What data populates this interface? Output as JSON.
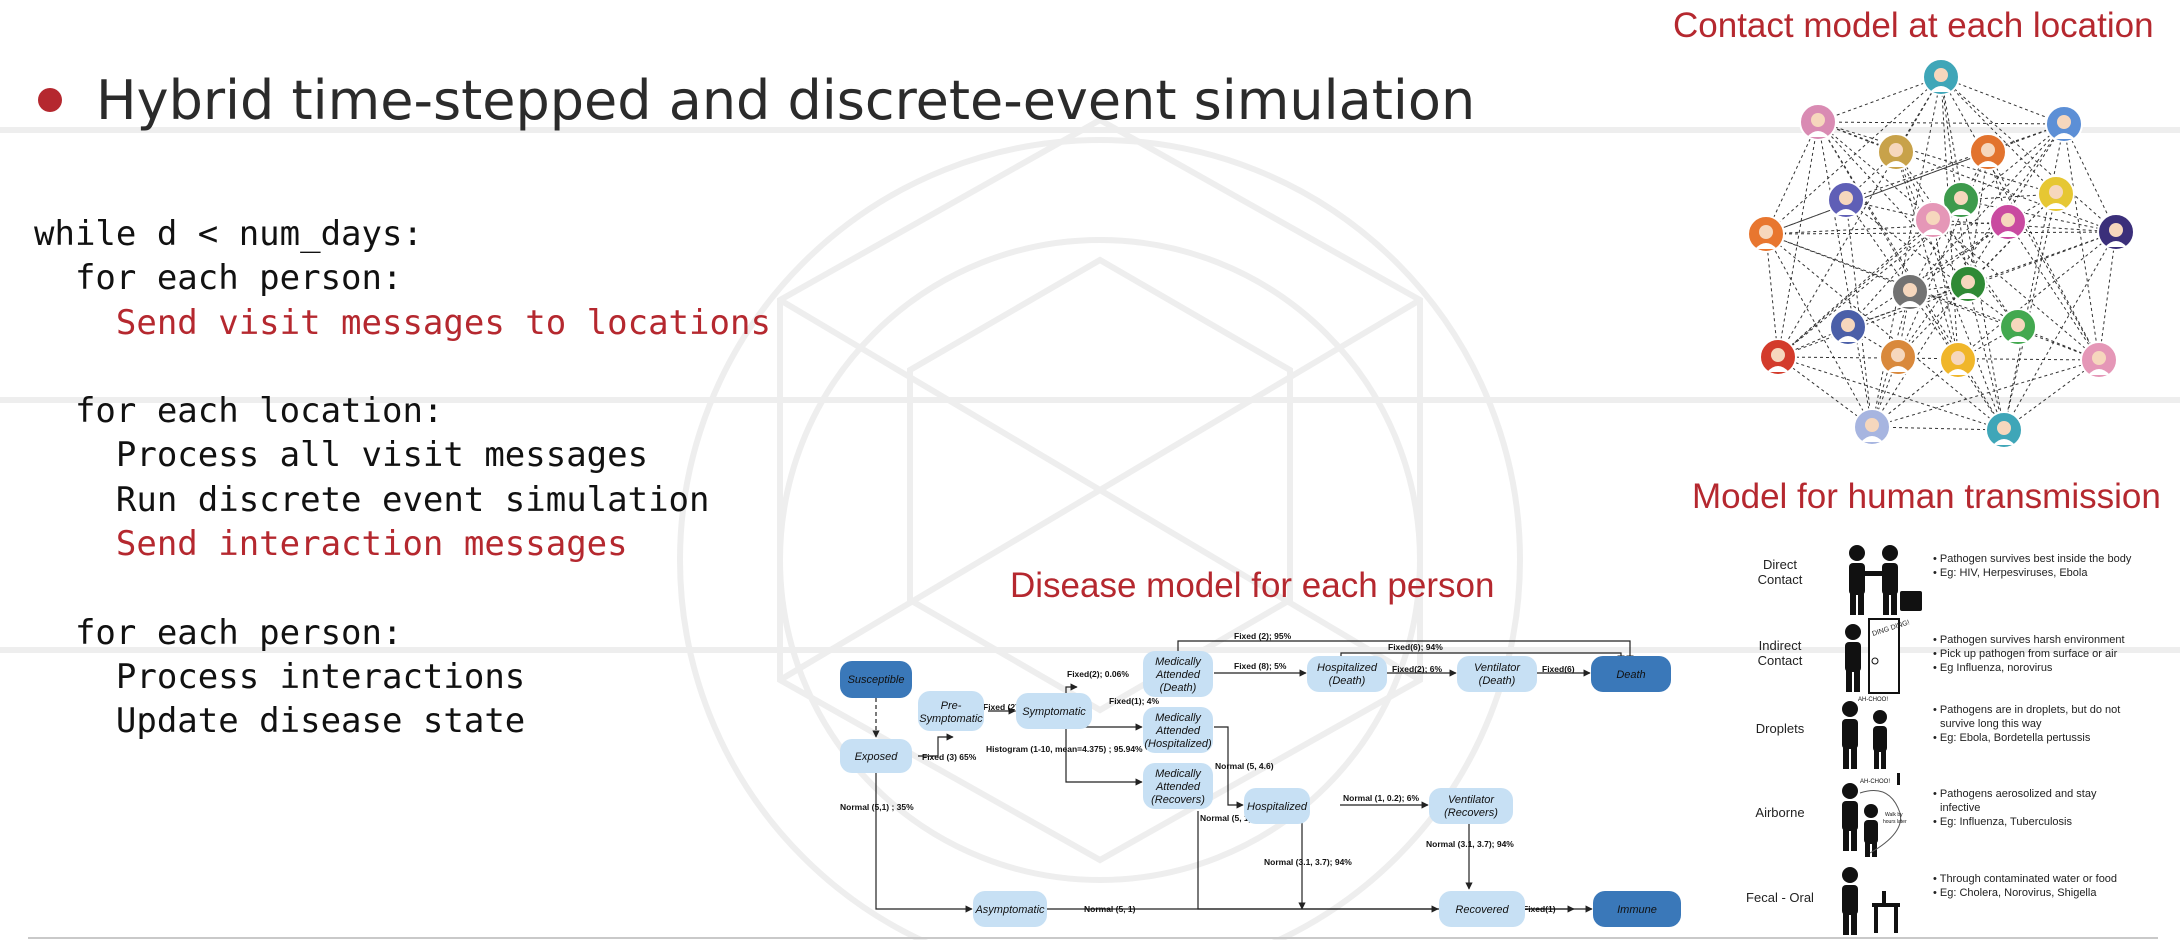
{
  "slide": {
    "title": "Hybrid time-stepped and discrete-event simulation",
    "code_lines": [
      {
        "text": "while d < num_days:",
        "highlight": false
      },
      {
        "text": "  for each person:",
        "highlight": false
      },
      {
        "text": "    Send visit messages to locations",
        "highlight": true
      },
      {
        "text": "",
        "highlight": false
      },
      {
        "text": "  for each location:",
        "highlight": false
      },
      {
        "text": "    Process all visit messages",
        "highlight": false
      },
      {
        "text": "    Run discrete event simulation",
        "highlight": false
      },
      {
        "text": "    Send interaction messages",
        "highlight": true
      },
      {
        "text": "",
        "highlight": false
      },
      {
        "text": "  for each person:",
        "highlight": false
      },
      {
        "text": "    Process interactions",
        "highlight": false
      },
      {
        "text": "    Update disease state",
        "highlight": false
      }
    ],
    "headings": {
      "contact": "Contact model at each location",
      "human": "Model for human transmission",
      "disease": "Disease model for each person"
    },
    "colors": {
      "accent": "#b5282f",
      "node_dark": "#3a78b9",
      "node_light": "#c7e0f4"
    }
  },
  "disease_model": {
    "nodes": [
      {
        "id": "susceptible",
        "label": "Susceptible"
      },
      {
        "id": "exposed",
        "label": "Exposed"
      },
      {
        "id": "presymptomatic",
        "label1": "Pre-",
        "label2": "Symptomatic"
      },
      {
        "id": "symptomatic",
        "label": "Symptomatic"
      },
      {
        "id": "ma_death",
        "label1": "Medically",
        "label2": "Attended",
        "label3": "(Death)"
      },
      {
        "id": "ma_hosp",
        "label1": "Medically",
        "label2": "Attended",
        "label3": "(Hospitalized)"
      },
      {
        "id": "ma_recovers",
        "label1": "Medically",
        "label2": "Attended",
        "label3": "(Recovers)"
      },
      {
        "id": "hosp_death",
        "label1": "Hospitalized",
        "label2": "(Death)"
      },
      {
        "id": "vent_death",
        "label1": "Ventilator",
        "label2": "(Death)"
      },
      {
        "id": "death",
        "label": "Death"
      },
      {
        "id": "hospitalized",
        "label": "Hospitalized"
      },
      {
        "id": "vent_recovers",
        "label1": "Ventilator",
        "label2": "(Recovers)"
      },
      {
        "id": "asymptomatic",
        "label": "Asymptomatic"
      },
      {
        "id": "recovered",
        "label": "Recovered"
      },
      {
        "id": "immune",
        "label": "Immune"
      }
    ],
    "edges": [
      "Fixed (3) 65%",
      "Normal (5,1) ; 35%",
      "Fixed (2)",
      "Fixed(2); 0.06%",
      "Fixed(1); 4%",
      "Histogram (1-10, mean=4.375) ; 95.94%",
      "Fixed (2); 95%",
      "Fixed (8); 5%",
      "Fixed(6); 94%",
      "Fixed(2); 6%",
      "Fixed(6)",
      "Normal (5, 4.6)",
      "Normal (5, 1)",
      "Normal (1, 0.2); 6%",
      "Normal (3.1, 3.7); 94%",
      "Normal (3.1, 3.7); 94%",
      "Normal (5, 1)",
      "Fixed(1)"
    ]
  },
  "transmission": [
    {
      "label1": "Direct",
      "label2": "Contact",
      "bullets": [
        "Pathogen survives best inside the body",
        "Eg:  HIV, Herpesviruses, Ebola"
      ]
    },
    {
      "label1": "Indirect",
      "label2": "Contact",
      "bullets": [
        "Pathogen survives harsh environment",
        "Pick up pathogen from surface or air",
        "Eg Influenza, norovirus"
      ]
    },
    {
      "label1": "Droplets",
      "label2": "",
      "bullets": [
        "Pathogens are in droplets, but do not",
        "survive long this way",
        "Eg:  Ebola, Bordetella pertussis"
      ]
    },
    {
      "label1": "Airborne",
      "label2": "",
      "bullets": [
        "Pathogens aerosolized and stay",
        "infective",
        "Eg: Influenza, Tuberculosis"
      ]
    },
    {
      "label1": "Fecal - Oral",
      "label2": "",
      "bullets": [
        "Through contaminated water or food",
        "Eg:  Cholera, Norovirus, Shigella"
      ]
    }
  ],
  "human_img_text": {
    "ding": "DING DING!",
    "ahchoo": "AH-CHOO!",
    "walk": "Walk by",
    "walk2": "hours later"
  },
  "contact_network": {
    "people": [
      {
        "color": "#3fa6b8"
      },
      {
        "color": "#d98bb3"
      },
      {
        "color": "#5c8fd6"
      },
      {
        "color": "#c8a24a"
      },
      {
        "color": "#e2732e"
      },
      {
        "color": "#3d9a4c"
      },
      {
        "color": "#5f5fb6"
      },
      {
        "color": "#e6c733"
      },
      {
        "color": "#c94aa0"
      },
      {
        "color": "#e8762f"
      },
      {
        "color": "#3b2f7a"
      },
      {
        "color": "#e597b7"
      },
      {
        "color": "#727272"
      },
      {
        "color": "#2f8a35"
      },
      {
        "color": "#43a84f"
      },
      {
        "color": "#4b5fa8"
      },
      {
        "color": "#d33b2b"
      },
      {
        "color": "#d9893c"
      },
      {
        "color": "#f0b62a"
      },
      {
        "color": "#e597b7"
      },
      {
        "color": "#a7b5e0"
      }
    ]
  }
}
